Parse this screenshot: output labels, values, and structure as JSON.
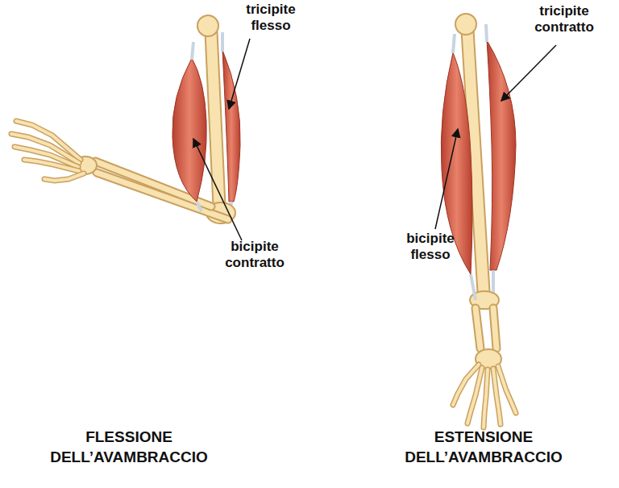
{
  "diagram": {
    "labels": [
      "tricipite flesso",
      "tricipite contratto",
      "bicipite contratto",
      "bicipite flesso",
      "FLESSIONE DELL’AVAMBRACCIO",
      "ESTENSIONE DELL’AVAMBRACCIO"
    ]
  }
}
